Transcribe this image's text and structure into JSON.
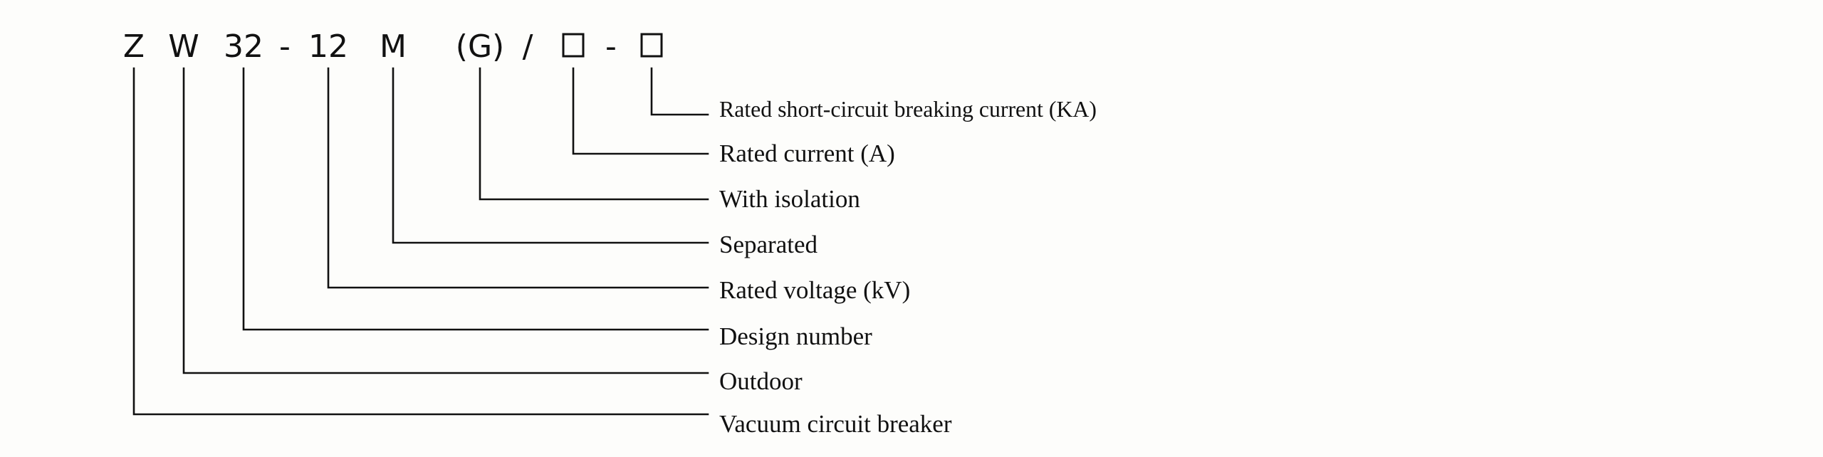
{
  "model_code": {
    "segments": [
      "Z",
      "W",
      "32",
      "-",
      "12",
      "M",
      "(G)",
      "/",
      "□",
      "-",
      "□"
    ]
  },
  "labels": [
    "Rated short-circuit breaking current (KA)",
    "Rated current (A)",
    "With isolation",
    "Separated",
    "Rated voltage (kV)",
    "Design number",
    "Outdoor",
    "Vacuum circuit breaker"
  ],
  "colors": {
    "ink": "#111111",
    "background": "#fdfdfb"
  }
}
